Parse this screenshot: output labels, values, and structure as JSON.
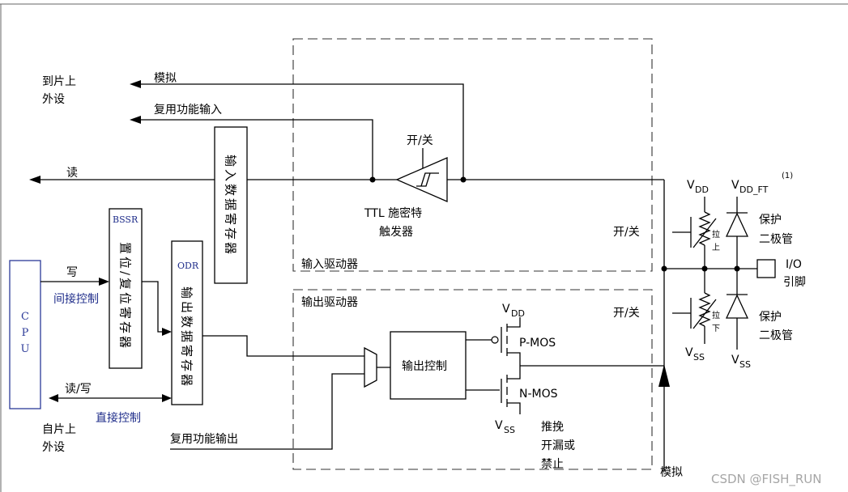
{
  "left": {
    "to_peripheral": [
      "到片上",
      "外设"
    ],
    "read": "读",
    "write": "写",
    "indirect_control": "间接控制",
    "read_write": "读/写",
    "direct_control": "直接控制",
    "from_peripheral": [
      "自片上",
      "外设"
    ]
  },
  "cpu": {
    "label": "CPU"
  },
  "signals": {
    "analog_top": "模拟",
    "alt_function_input": "复用功能输入",
    "alt_function_output": "复用功能输出",
    "analog_bottom": "模拟"
  },
  "registers": {
    "input_data": "输入数据寄存器",
    "bssr_title": "BSSR",
    "bssr": "置位/复位寄存器",
    "odr_title": "ODR",
    "output_data": "输出数据寄存器"
  },
  "input_driver": {
    "label": "输入驱动器",
    "trigger_switch": "开/关",
    "trigger_name": [
      "TTL 施密特",
      "触发器"
    ]
  },
  "output_driver": {
    "label": "输出驱动器",
    "control": "输出控制",
    "pmos": "P-MOS",
    "nmos": "N-MOS",
    "vdd": {
      "symbol": "V",
      "subscript": "DD"
    },
    "vss": {
      "symbol": "V",
      "subscript": "SS"
    },
    "modes": [
      "推挽",
      "开漏或",
      "禁止"
    ]
  },
  "pin_stage": {
    "pullup_switch": "开/关",
    "pulldown_switch": "开/关",
    "vdd": {
      "symbol": "V",
      "subscript": "DD"
    },
    "vdd_ft": {
      "symbol": "V",
      "subscript": "DD_FT",
      "superscript": "(1)"
    },
    "pullup": [
      "拉",
      "上"
    ],
    "pulldown": [
      "拉",
      "下"
    ],
    "protection_diode_top": [
      "保护",
      "二极管"
    ],
    "protection_diode_bottom": [
      "保护",
      "二极管"
    ],
    "io_pin": [
      "I/O",
      "引脚"
    ],
    "vss_left": {
      "symbol": "V",
      "subscript": "SS"
    },
    "vss_right": {
      "symbol": "V",
      "subscript": "SS"
    }
  },
  "watermark": "CSDN @FISH_RUN",
  "colors": {
    "line": "#000000",
    "accent_text": "#1f2d8a",
    "cpu": "#2b3a98",
    "watermark": "#a6a6a6"
  }
}
